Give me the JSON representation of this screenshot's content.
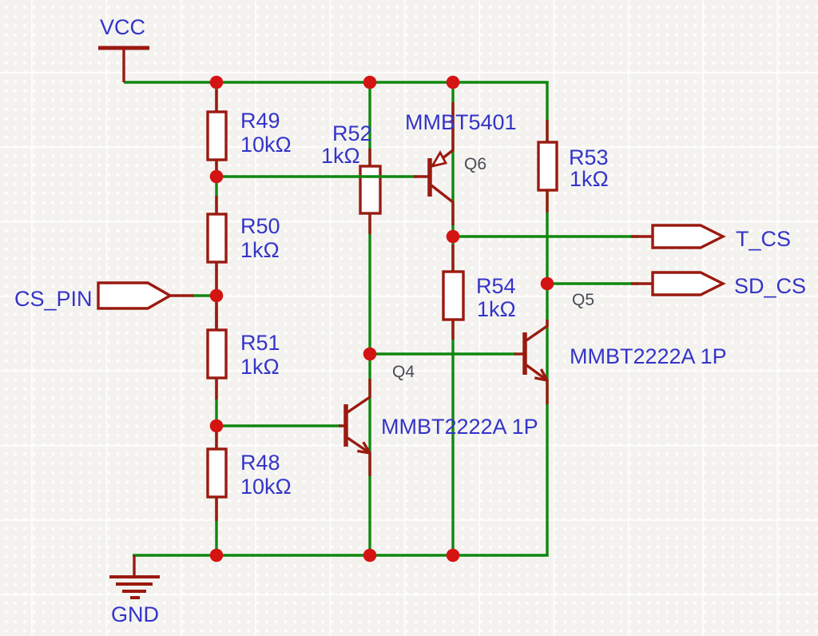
{
  "sch": {
    "power": {
      "vcc_label": "VCC",
      "gnd_label": "GND"
    },
    "ports": {
      "cs_pin": {
        "label": "CS_PIN"
      },
      "t_cs": {
        "label": "T_CS"
      },
      "sd_cs": {
        "label": "SD_CS"
      }
    },
    "resistors": {
      "r49": {
        "ref": "R49",
        "value": "10kΩ"
      },
      "r50": {
        "ref": "R50",
        "value": "1kΩ"
      },
      "r51": {
        "ref": "R51",
        "value": "1kΩ"
      },
      "r48": {
        "ref": "R48",
        "value": "10kΩ"
      },
      "r52": {
        "ref": "R52",
        "value": "1kΩ"
      },
      "r53": {
        "ref": "R53",
        "value": "1kΩ"
      },
      "r54": {
        "ref": "R54",
        "value": "1kΩ"
      }
    },
    "transistors": {
      "q6": {
        "ref": "Q6",
        "part": "MMBT5401",
        "polarity": "PNP"
      },
      "q4": {
        "ref": "Q4",
        "part": "MMBT2222A 1P",
        "polarity": "NPN"
      },
      "q5": {
        "ref": "Q5",
        "part": "MMBT2222A 1P",
        "polarity": "NPN"
      }
    },
    "colors": {
      "wire": "#0f870f",
      "component": "#9a1a10",
      "junction": "#d41412",
      "value_text": "#3434c8",
      "ref_text": "#4a4a55",
      "background": "#f3f2ef"
    }
  }
}
